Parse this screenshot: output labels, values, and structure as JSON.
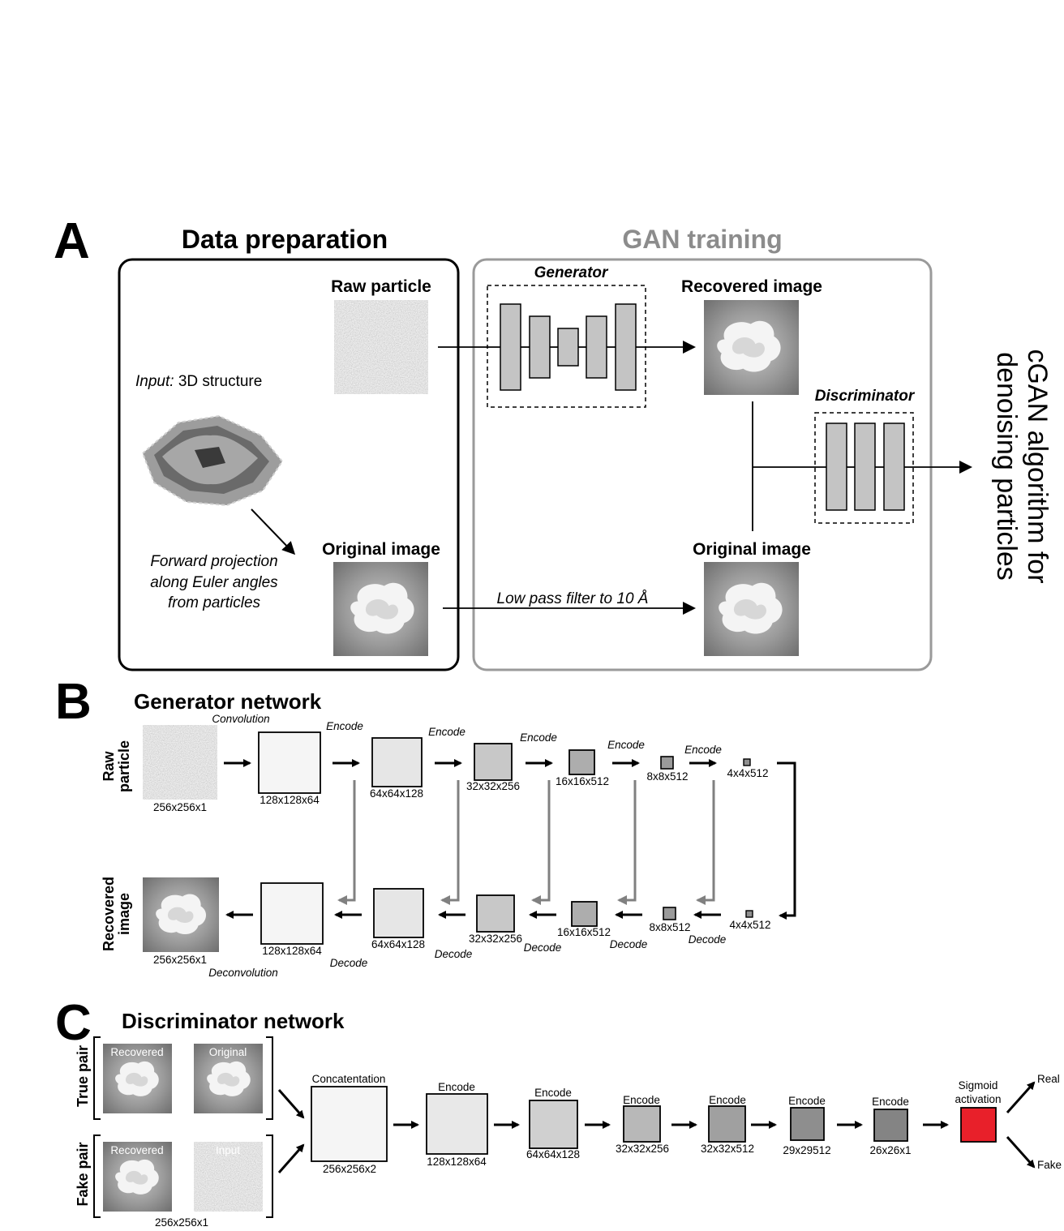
{
  "panel_a": {
    "letter": "A",
    "data_prep_title": "Data preparation",
    "gan_title": "GAN training",
    "raw_particle": "Raw particle",
    "recovered_image": "Recovered  image",
    "original_image_left": "Original image",
    "original_image_right": "Original image",
    "input_prefix": "Input:",
    "input_suffix": " 3D structure",
    "forward_line1": "Forward projection",
    "forward_line2": "along Euler angles",
    "forward_line3": "from particles",
    "generator": "Generator",
    "discriminator": "Discriminator",
    "low_pass": "Low pass filter to 10 Å",
    "side_line1": "cGAN algorithm for",
    "side_line2": "denoising particles"
  },
  "panel_b": {
    "letter": "B",
    "title": "Generator network",
    "raw_line1": "Raw",
    "raw_line2": "particle",
    "rec_line1": "Recovered",
    "rec_line2": "image",
    "convolution": "Convolution",
    "deconvolution": "Deconvolution",
    "encode": "Encode",
    "decode": "Decode",
    "enc_sizes": [
      "256x256x1",
      "128x128x64",
      "64x64x128",
      "32x32x256",
      "16x16x512",
      "8x8x512",
      "4x4x512"
    ],
    "dec_sizes": [
      "256x256x1",
      "128x128x64",
      "64x64x128",
      "32x32x256",
      "16x16x512",
      "8x8x512",
      "4x4x512"
    ]
  },
  "panel_c": {
    "letter": "C",
    "title": "Discriminator network",
    "true_pair": "True pair",
    "fake_pair": "Fake pair",
    "recovered_1": "Recovered",
    "original": "Original",
    "recovered_2": "Recovered",
    "input": "Input",
    "pair_size": "256x256x1",
    "concat": "Concatentation",
    "encode": "Encode",
    "sizes": [
      "256x256x2",
      "128x128x64",
      "64x64x128",
      "32x32x256",
      "32x32x512",
      "29x29512",
      "26x26x1"
    ],
    "sigmoid_line1": "Sigmoid",
    "sigmoid_line2": "activation",
    "real": "Real",
    "fake": "Fake",
    "sigmoid_color": "#e8202a"
  }
}
